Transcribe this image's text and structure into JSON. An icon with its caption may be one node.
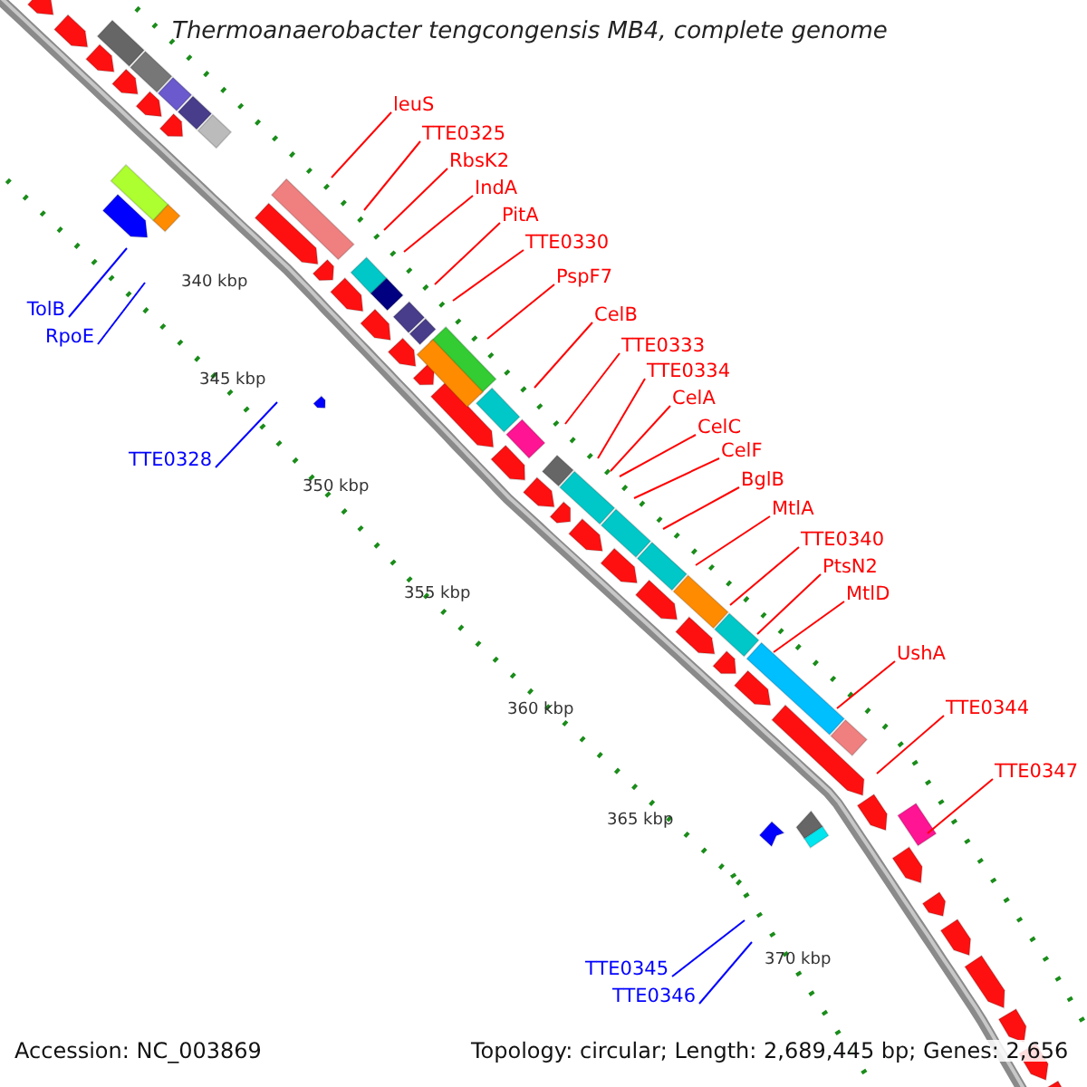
{
  "diagram": {
    "title": "Thermoanaerobacter tengcongensis MB4, complete genome",
    "nodes": [
      {
        "text": [
          "leuS"
        ]
      },
      {
        "text": [
          "TTE0325"
        ]
      },
      {
        "text": [
          "RbsK2"
        ]
      },
      {
        "text": [
          "IndA"
        ]
      },
      {
        "text": [
          "PitA"
        ]
      },
      {
        "text": [
          "TTE0330"
        ]
      },
      {
        "text": [
          "PspF7"
        ]
      },
      {
        "text": [
          "CelB"
        ]
      },
      {
        "text": [
          "TTE0333"
        ]
      },
      {
        "text": [
          "TTE0334"
        ]
      },
      {
        "text": [
          "CelA"
        ]
      },
      {
        "text": [
          "CelC"
        ]
      },
      {
        "text": [
          "CelF"
        ]
      },
      {
        "text": [
          "BglB"
        ]
      },
      {
        "text": [
          "MtlA"
        ]
      },
      {
        "text": [
          "TTE0340"
        ]
      },
      {
        "text": [
          "PtsN2"
        ]
      },
      {
        "text": [
          "MtlD"
        ]
      },
      {
        "text": [
          "UshA"
        ]
      },
      {
        "text": [
          "TTE0344"
        ]
      },
      {
        "text": [
          "TTE0347"
        ]
      },
      {
        "text": [
          "TolB"
        ]
      },
      {
        "text": [
          "RpoE"
        ]
      },
      {
        "text": [
          "TTE0328"
        ]
      },
      {
        "text": [
          "TTE0345"
        ]
      },
      {
        "text": [
          "TTE0346"
        ]
      }
    ],
    "edges": [
      {
        "from": 0,
        "to": null,
        "arrow": "none"
      },
      {
        "from": 1,
        "to": null,
        "arrow": "none"
      },
      {
        "from": 2,
        "to": null,
        "arrow": "none"
      },
      {
        "from": 3,
        "to": null,
        "arrow": "none"
      },
      {
        "from": 4,
        "to": null,
        "arrow": "none"
      },
      {
        "from": 5,
        "to": null,
        "arrow": "none"
      },
      {
        "from": 6,
        "to": null,
        "arrow": "none"
      },
      {
        "from": 7,
        "to": null,
        "arrow": "none"
      },
      {
        "from": 8,
        "to": null,
        "arrow": "none"
      },
      {
        "from": 9,
        "to": null,
        "arrow": "none"
      },
      {
        "from": 10,
        "to": null,
        "arrow": "none"
      },
      {
        "from": 11,
        "to": null,
        "arrow": "none"
      },
      {
        "from": 12,
        "to": null,
        "arrow": "none"
      },
      {
        "from": 13,
        "to": null,
        "arrow": "none"
      },
      {
        "from": 14,
        "to": null,
        "arrow": "none"
      },
      {
        "from": 15,
        "to": null,
        "arrow": "none"
      },
      {
        "from": 16,
        "to": null,
        "arrow": "none"
      },
      {
        "from": 17,
        "to": null,
        "arrow": "none"
      },
      {
        "from": 18,
        "to": null,
        "arrow": "none"
      },
      {
        "from": 19,
        "to": null,
        "arrow": "none"
      },
      {
        "from": 20,
        "to": null,
        "arrow": "none"
      },
      {
        "from": 21,
        "to": null,
        "arrow": "none",
        "color": "#0000ff"
      },
      {
        "from": 22,
        "to": null,
        "arrow": "none",
        "color": "#0000ff"
      },
      {
        "from": 23,
        "to": null,
        "arrow": "none",
        "color": "#0000ff"
      },
      {
        "from": 24,
        "to": null,
        "arrow": "none",
        "color": "#0000ff"
      },
      {
        "from": 25,
        "to": null,
        "arrow": "none",
        "color": "#0000ff"
      }
    ],
    "labels": [
      "340 kbp",
      "345 kbp",
      "350 kbp",
      "355 kbp",
      "360 kbp",
      "365 kbp",
      "370 kbp",
      "Accession: NC_003869",
      "Topology: circular; Length: 2,689,445 bp; Genes: 2,656"
    ]
  }
}
